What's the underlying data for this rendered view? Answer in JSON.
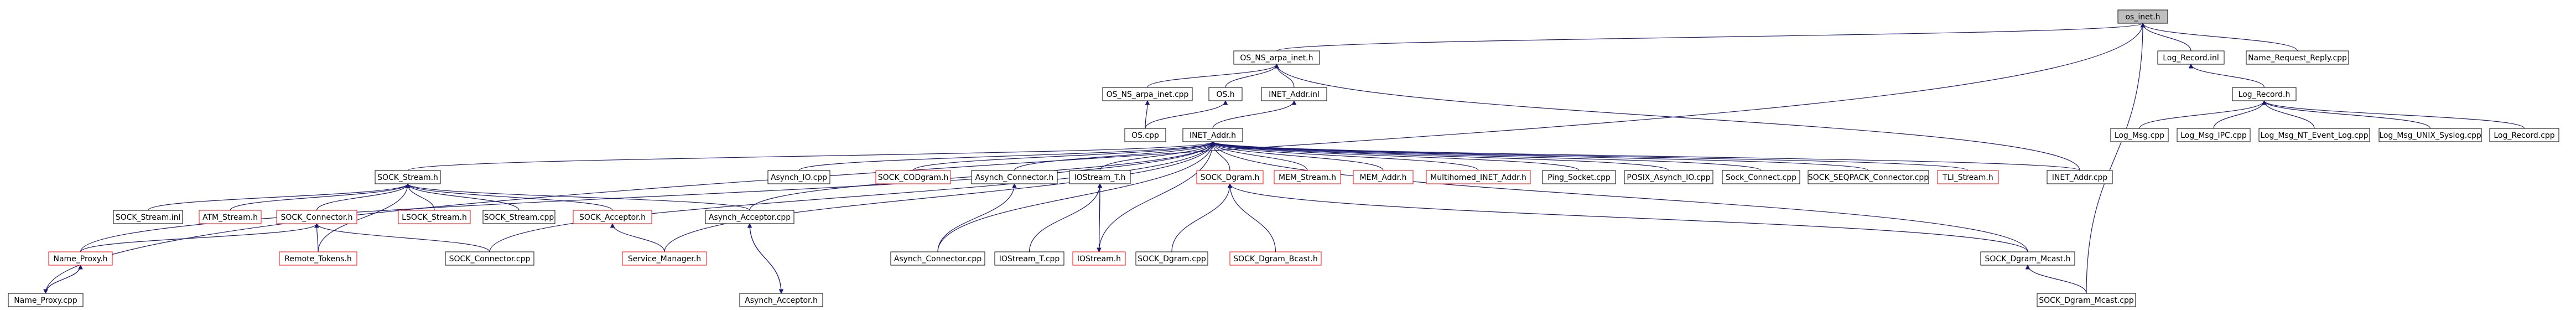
{
  "graph": {
    "edge_color": "#191970",
    "nodes": [
      {
        "id": "os_inet",
        "label": "os_inet.h",
        "root": true
      },
      {
        "id": "os_ns_arpa_inet_h",
        "label": "OS_NS_arpa_inet.h"
      },
      {
        "id": "log_record_inl",
        "label": "Log_Record.inl"
      },
      {
        "id": "name_request_reply",
        "label": "Name_Request_Reply.cpp"
      },
      {
        "id": "name_proxy_cpp",
        "label": "Name_Proxy.cpp"
      },
      {
        "id": "socket_dgram_mcast_cpp",
        "label": "SOCK_Dgram_Mcast.cpp"
      },
      {
        "id": "os_ns_arpa_inet_cpp",
        "label": "OS_NS_arpa_inet.cpp"
      },
      {
        "id": "os_h",
        "label": "OS.h"
      },
      {
        "id": "inet_addr_inl",
        "label": "INET_Addr.inl"
      },
      {
        "id": "log_record_h",
        "label": "Log_Record.h"
      },
      {
        "id": "os_cpp",
        "label": "OS.cpp"
      },
      {
        "id": "inet_addr_h",
        "label": "INET_Addr.h"
      },
      {
        "id": "log_msg_cpp",
        "label": "Log_Msg.cpp"
      },
      {
        "id": "log_msg_ipc",
        "label": "Log_Msg_IPC.cpp"
      },
      {
        "id": "log_msg_nt",
        "label": "Log_Msg_NT_Event_Log.cpp"
      },
      {
        "id": "log_msg_unix",
        "label": "Log_Msg_UNIX_Syslog.cpp"
      },
      {
        "id": "log_record_cpp",
        "label": "Log_Record.cpp"
      },
      {
        "id": "sock_stream_h",
        "label": "SOCK_Stream.h"
      },
      {
        "id": "asynch_io_cpp",
        "label": "Asynch_IO.cpp"
      },
      {
        "id": "sock_codgram_h",
        "label": "SOCK_CODgram.h",
        "red": true
      },
      {
        "id": "asynch_connector_h",
        "label": "Asynch_Connector.h"
      },
      {
        "id": "iostream_t_h",
        "label": "IOStream_T.h"
      },
      {
        "id": "sock_dgram_h",
        "label": "SOCK_Dgram.h",
        "red": true
      },
      {
        "id": "mem_stream_h",
        "label": "MEM_Stream.h",
        "red": true
      },
      {
        "id": "mem_addr_h",
        "label": "MEM_Addr.h",
        "red": true
      },
      {
        "id": "multihomed_inet_addr_h",
        "label": "Multihomed_INET_Addr.h",
        "red": true
      },
      {
        "id": "ping_socket_cpp",
        "label": "Ping_Socket.cpp"
      },
      {
        "id": "posix_asynch_io_cpp",
        "label": "POSIX_Asynch_IO.cpp"
      },
      {
        "id": "sock_connect_cpp",
        "label": "Sock_Connect.cpp"
      },
      {
        "id": "sock_seqpack_connector_cpp",
        "label": "SOCK_SEQPACK_Connector.cpp"
      },
      {
        "id": "tli_stream_h",
        "label": "TLI_Stream.h",
        "red": true
      },
      {
        "id": "inet_addr_cpp",
        "label": "INET_Addr.cpp"
      },
      {
        "id": "sock_stream_inl",
        "label": "SOCK_Stream.inl"
      },
      {
        "id": "atm_stream_h",
        "label": "ATM_Stream.h",
        "red": true
      },
      {
        "id": "sock_connector_h",
        "label": "SOCK_Connector.h",
        "red": true
      },
      {
        "id": "lsock_stream_h",
        "label": "LSOCK_Stream.h",
        "red": true
      },
      {
        "id": "sock_stream_cpp",
        "label": "SOCK_Stream.cpp"
      },
      {
        "id": "sock_acceptor_h",
        "label": "SOCK_Acceptor.h",
        "red": true
      },
      {
        "id": "asynch_acceptor_cpp",
        "label": "Asynch_Acceptor.cpp"
      },
      {
        "id": "asynch_connector_cpp",
        "label": "Asynch_Connector.cpp"
      },
      {
        "id": "iostream_t_cpp",
        "label": "IOStream_T.cpp"
      },
      {
        "id": "iostream_h",
        "label": "IOStream.h",
        "red": true
      },
      {
        "id": "sock_dgram_cpp",
        "label": "SOCK_Dgram.cpp"
      },
      {
        "id": "sock_dgram_bcast_h",
        "label": "SOCK_Dgram_Bcast.h",
        "red": true
      },
      {
        "id": "sock_dgram_mcast_h",
        "label": "SOCK_Dgram_Mcast.h"
      },
      {
        "id": "name_proxy_h",
        "label": "Name_Proxy.h",
        "red": true
      },
      {
        "id": "remote_tokens_h",
        "label": "Remote_Tokens.h",
        "red": true
      },
      {
        "id": "sock_connector_cpp",
        "label": "SOCK_Connector.cpp"
      },
      {
        "id": "service_manager_h",
        "label": "Service_Manager.h",
        "red": true
      },
      {
        "id": "asynch_acceptor_h",
        "label": "Asynch_Acceptor.h"
      }
    ],
    "edges": [
      [
        "os_ns_arpa_inet_h",
        "os_inet"
      ],
      [
        "log_record_inl",
        "os_inet"
      ],
      [
        "name_request_reply",
        "os_inet"
      ],
      [
        "name_proxy_cpp",
        "os_inet"
      ],
      [
        "socket_dgram_mcast_cpp",
        "os_inet"
      ],
      [
        "os_ns_arpa_inet_cpp",
        "os_ns_arpa_inet_h"
      ],
      [
        "os_h",
        "os_ns_arpa_inet_h"
      ],
      [
        "inet_addr_inl",
        "os_ns_arpa_inet_h"
      ],
      [
        "inet_addr_cpp",
        "os_ns_arpa_inet_h"
      ],
      [
        "log_record_h",
        "log_record_inl"
      ],
      [
        "os_cpp",
        "os_ns_arpa_inet_cpp"
      ],
      [
        "os_cpp",
        "os_h"
      ],
      [
        "inet_addr_h",
        "inet_addr_inl"
      ],
      [
        "log_msg_cpp",
        "log_record_h"
      ],
      [
        "log_msg_ipc",
        "log_record_h"
      ],
      [
        "log_msg_nt",
        "log_record_h"
      ],
      [
        "log_msg_unix",
        "log_record_h"
      ],
      [
        "log_record_cpp",
        "log_record_h"
      ],
      [
        "sock_stream_h",
        "inet_addr_h"
      ],
      [
        "asynch_io_cpp",
        "inet_addr_h"
      ],
      [
        "sock_codgram_h",
        "inet_addr_h"
      ],
      [
        "asynch_connector_h",
        "inet_addr_h"
      ],
      [
        "iostream_t_h",
        "inet_addr_h"
      ],
      [
        "sock_dgram_h",
        "inet_addr_h"
      ],
      [
        "mem_stream_h",
        "inet_addr_h"
      ],
      [
        "mem_addr_h",
        "inet_addr_h"
      ],
      [
        "multihomed_inet_addr_h",
        "inet_addr_h"
      ],
      [
        "ping_socket_cpp",
        "inet_addr_h"
      ],
      [
        "posix_asynch_io_cpp",
        "inet_addr_h"
      ],
      [
        "sock_connect_cpp",
        "inet_addr_h"
      ],
      [
        "sock_seqpack_connector_cpp",
        "inet_addr_h"
      ],
      [
        "tli_stream_h",
        "inet_addr_h"
      ],
      [
        "inet_addr_cpp",
        "inet_addr_h"
      ],
      [
        "name_proxy_h",
        "inet_addr_h"
      ],
      [
        "asynch_acceptor_cpp",
        "inet_addr_h"
      ],
      [
        "asynch_connector_cpp",
        "inet_addr_h"
      ],
      [
        "service_manager_h",
        "inet_addr_h"
      ],
      [
        "sock_connector_cpp",
        "inet_addr_h"
      ],
      [
        "sock_dgram_mcast_h",
        "inet_addr_h"
      ],
      [
        "iostream_h",
        "inet_addr_h"
      ],
      [
        "sock_stream_inl",
        "sock_stream_h"
      ],
      [
        "atm_stream_h",
        "sock_stream_h"
      ],
      [
        "sock_connector_h",
        "sock_stream_h"
      ],
      [
        "lsock_stream_h",
        "sock_stream_h"
      ],
      [
        "sock_stream_cpp",
        "sock_stream_h"
      ],
      [
        "sock_acceptor_h",
        "sock_stream_h"
      ],
      [
        "asynch_acceptor_cpp",
        "sock_stream_h"
      ],
      [
        "remote_tokens_h",
        "sock_stream_h"
      ],
      [
        "asynch_connector_cpp",
        "asynch_connector_h"
      ],
      [
        "iostream_t_cpp",
        "iostream_t_h"
      ],
      [
        "iostream_h",
        "iostream_t_h"
      ],
      [
        "iostream_t_h",
        "iostream_h"
      ],
      [
        "sock_dgram_cpp",
        "sock_dgram_h"
      ],
      [
        "sock_dgram_bcast_h",
        "sock_dgram_h"
      ],
      [
        "sock_dgram_mcast_h",
        "sock_dgram_h"
      ],
      [
        "socket_dgram_mcast_cpp",
        "sock_dgram_mcast_h"
      ],
      [
        "name_proxy_h",
        "sock_connector_h"
      ],
      [
        "remote_tokens_h",
        "sock_connector_h"
      ],
      [
        "sock_connector_cpp",
        "sock_connector_h"
      ],
      [
        "service_manager_h",
        "sock_acceptor_h"
      ],
      [
        "asynch_acceptor_h",
        "asynch_acceptor_cpp"
      ],
      [
        "asynch_acceptor_cpp",
        "asynch_acceptor_h"
      ],
      [
        "name_proxy_cpp",
        "name_proxy_h"
      ],
      [
        "name_proxy_h",
        "name_proxy_cpp"
      ]
    ]
  }
}
